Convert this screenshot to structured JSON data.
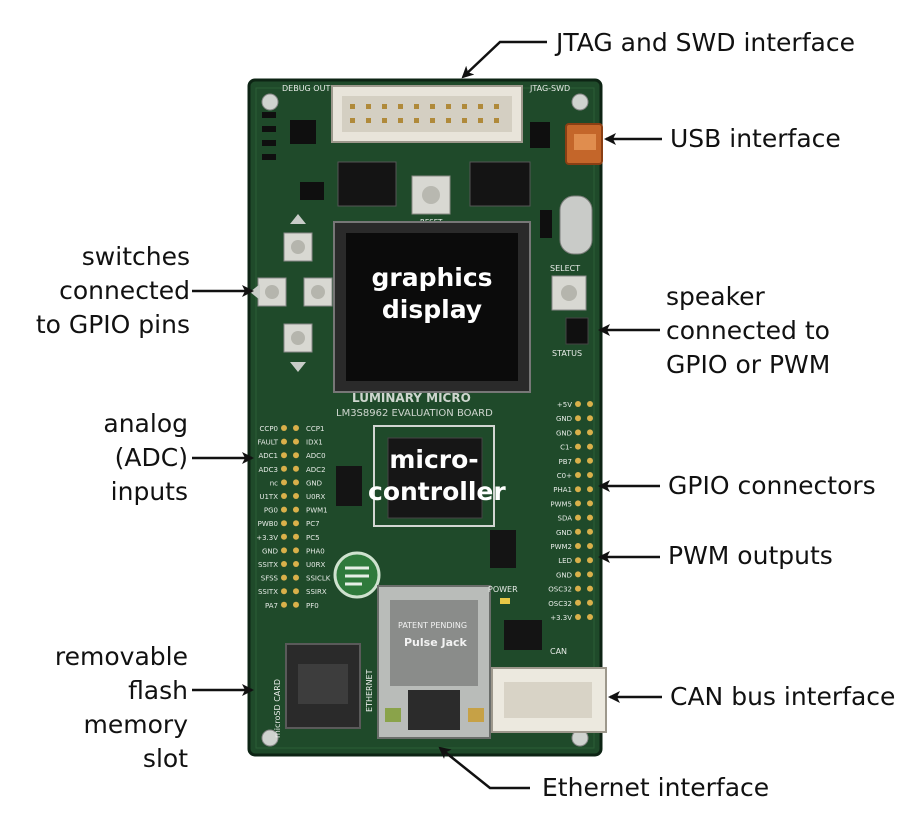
{
  "board": {
    "header_debug": "DEBUG OUT",
    "header_jtag": "JTAG-SWD",
    "reset": "RESET",
    "select": "SELECT",
    "status": "STATUS",
    "brand": "LUMINARY MICRO",
    "board_name": "LM3S8962 EVALUATION BOARD",
    "power": "POWER",
    "can": "CAN",
    "ethernet": "ETHERNET",
    "sd_card": "microSD CARD",
    "patent": "PATENT PENDING",
    "pulsejack": "Pulse Jack",
    "display_text": "graphics\ndisplay",
    "mcu_text": "micro-\ncontroller",
    "left_pins": [
      "CCP0",
      "FAULT",
      "ADC1",
      "ADC3",
      "nc",
      "U1TX",
      "PG0",
      "PWB0",
      "+3.3V",
      "GND",
      "SSITX",
      "SFSS",
      "SSITX",
      "PA7"
    ],
    "mid_pins": [
      "CCP1",
      "IDX1",
      "ADC0",
      "ADC2",
      "GND",
      "U0RX",
      "PWM1",
      "PC7",
      "PC5",
      "PHA0",
      "U0RX",
      "SSICLK",
      "SSIRX",
      "PF0"
    ],
    "right_pins": [
      "+5V",
      "GND",
      "GND",
      "C1-",
      "PB7",
      "C0+",
      "PHA1",
      "PWM5",
      "SDA",
      "GND",
      "PWM2",
      "LED",
      "GND",
      "OSC32",
      "OSC32",
      "+3.3V"
    ]
  },
  "labels": {
    "jtag": "JTAG and SWD interface",
    "usb": "USB interface",
    "switches": "switches\nconnected\nto GPIO pins",
    "speaker": "speaker\nconnected to\nGPIO or PWM",
    "analog": "analog\n(ADC)\ninputs",
    "gpio": "GPIO connectors",
    "pwm": "PWM outputs",
    "flash": "removable\nflash\nmemory\nslot",
    "can": "CAN bus interface",
    "ethernet": "Ethernet interface"
  },
  "colors": {
    "pcb": "#1f4a2a",
    "pcb_dark": "#142e1b",
    "gold": "#d9b04a",
    "connector_white": "#e8e4da",
    "display": "#0b0b0b",
    "usb_orange": "#c4662a"
  }
}
